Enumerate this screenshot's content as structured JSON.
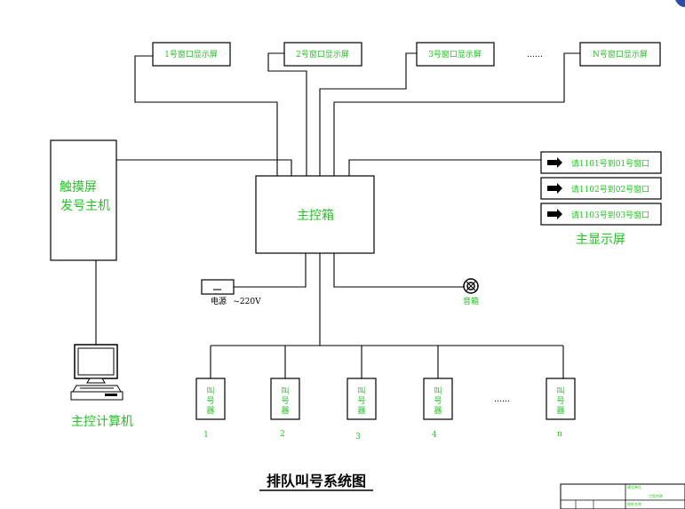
{
  "window_displays": [
    {
      "label": "1号窗口显示屏"
    },
    {
      "label": "2号窗口显示屏"
    },
    {
      "label": "3号窗口显示屏"
    },
    {
      "label": "N号窗口显示屏"
    }
  ],
  "window_ellipsis": "……",
  "touch_screen": {
    "line1": "触摸屏",
    "line2": "发号主机"
  },
  "main_box": {
    "label": "主控箱"
  },
  "main_display": {
    "rows": [
      "请1101号到01号窗口",
      "请1102号到02号窗口",
      "请1103号到03号窗口"
    ],
    "caption": "主显示屏"
  },
  "power": {
    "label": "电源",
    "voltage": "~220V"
  },
  "speaker": {
    "label": "音箱"
  },
  "computer": {
    "label": "主控计算机"
  },
  "callers": [
    {
      "label": "叫号器",
      "number": "1"
    },
    {
      "label": "叫号器",
      "number": "2"
    },
    {
      "label": "叫号器",
      "number": "3"
    },
    {
      "label": "叫号器",
      "number": "4"
    },
    {
      "label": "叫号器",
      "number": "n"
    }
  ],
  "caller_ellipsis": "……",
  "title": "排队叫号系统图",
  "title_block": {
    "cell1": "建设单位",
    "cell2": "工程名称",
    "cell3": "图纸名称"
  }
}
